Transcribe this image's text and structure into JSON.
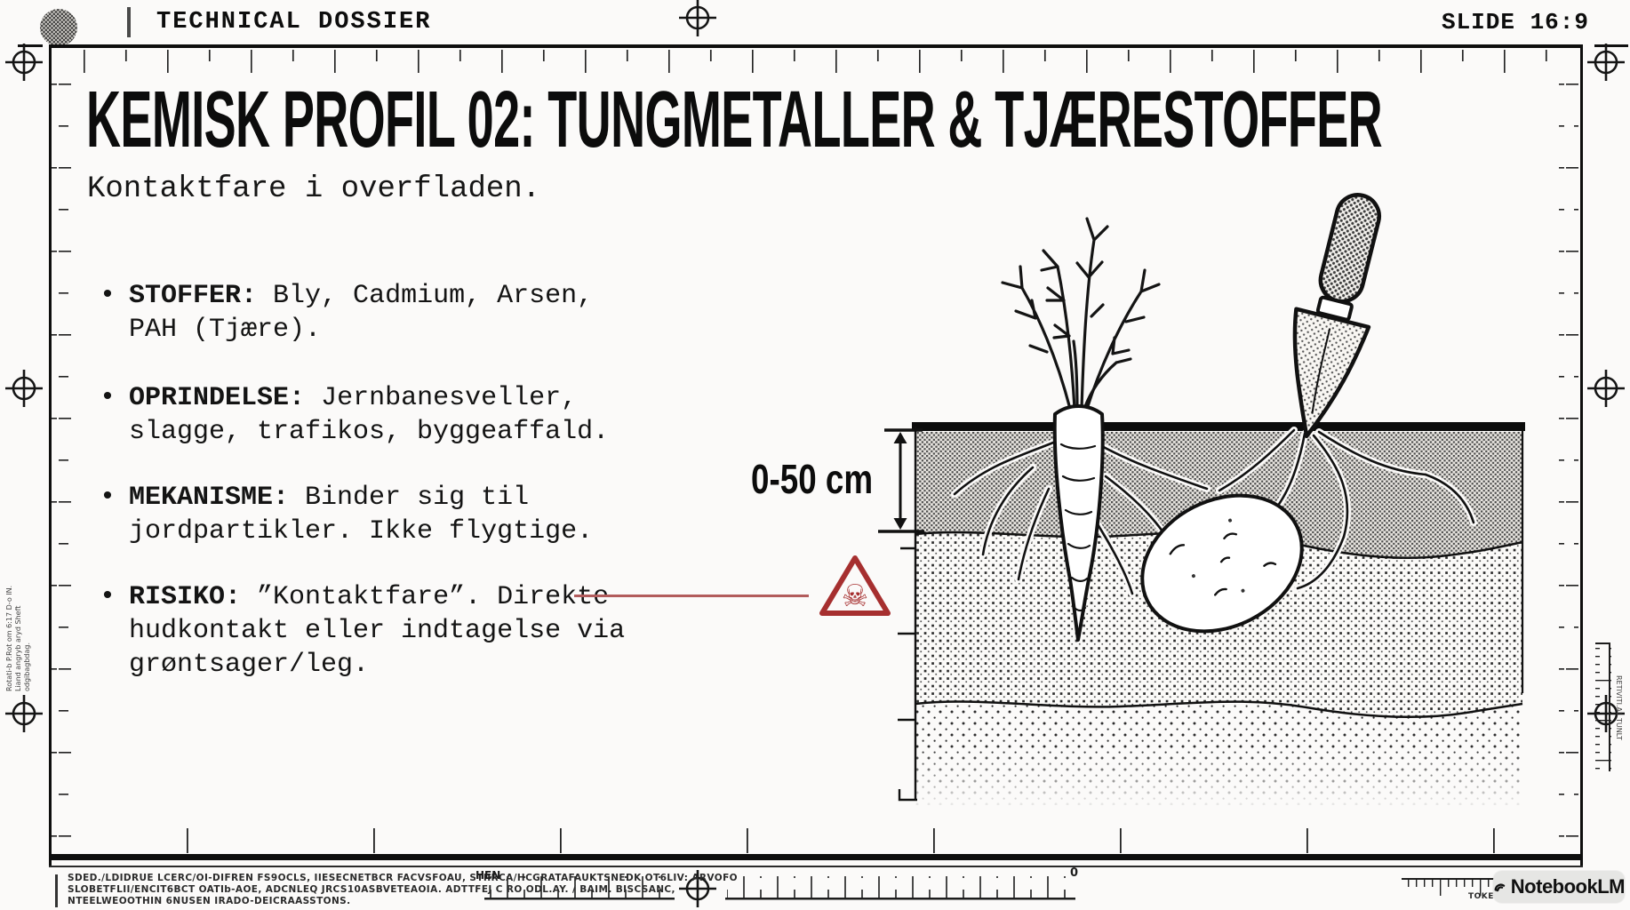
{
  "header": {
    "brand_label": "TECHNICAL DOSSIER",
    "slide_label": "SLIDE 16:9",
    "brand_mark": "halftone-circle"
  },
  "main": {
    "title": "KEMISK PROFIL 02: TUNGMETALLER & TJÆRESTOFFER",
    "subtitle": "Kontaktfare i overfladen.",
    "bullet_glyph": "•",
    "bullets": [
      {
        "label": "STOFFER:",
        "text": "Bly, Cadmium, Arsen, PAH (Tjære)."
      },
      {
        "label": "OPRINDELSE:",
        "text": "Jernbanesveller, slagge, trafikos, byggeaffald."
      },
      {
        "label": "MEKANISME:",
        "text": "Binder sig til jordpartikler. Ikke flygtige."
      },
      {
        "label": "RISIKO:",
        "text": "”Kontaktfare”. Direkte hudkontakt eller indtagelse via grøntsager/leg."
      }
    ]
  },
  "diagram": {
    "depth_label": "0-50 cm",
    "hazard_glyph": "☠",
    "hazard_icon": "skull-crossbones-warning-triangle",
    "elements": [
      "carrot",
      "potato",
      "trowel",
      "roots"
    ],
    "soil_layers": [
      {
        "name": "topsoil-contaminated",
        "depth": "0-50 cm",
        "pattern": "dense-crosshatch"
      },
      {
        "name": "subsoil",
        "pattern": "square-dots"
      },
      {
        "name": "deep-soil",
        "pattern": "sparse-dots"
      }
    ]
  },
  "footer": {
    "microtext_lines": [
      "SDED./LDIDRUE LCERC/OI-DIFREN FS9OCLS, IIESECNETBCR FACVSFOAU, STIIRCA/HCGRATAFAUKTSNEDK OT6LIV: ARVOFO",
      "SLOBETFLII/ENCIT6BCT OATIb-AOE, ADCNLEQ JRCS10ASBVETEAOIA. ADTTFEJ C RO ODL.AY. / BAIM. BISCSANC,",
      "NTEELWEOOTHIN 6NUSEN IRADO-DEICRAASSTONS."
    ],
    "hen_label": "HEN",
    "zero_label": "0",
    "tokens_label": "TOKE",
    "watermark": "NotebookLM"
  },
  "margins": {
    "left_microtext_1": "Rotati-b P.Rot om 6:17 D-o IN.",
    "left_microtext_2": "Liand angryb aryd Sheft",
    "left_microtext_3": "odgibagbdag.",
    "right_microtext": "RETIVITI.AL TUNLT"
  },
  "colors": {
    "paper": "#fbfaf9",
    "ink": "#111111",
    "hazard_red": "#a62f2f",
    "leader_red": "#b25c5c",
    "badge_bg": "#e6e6e4"
  }
}
